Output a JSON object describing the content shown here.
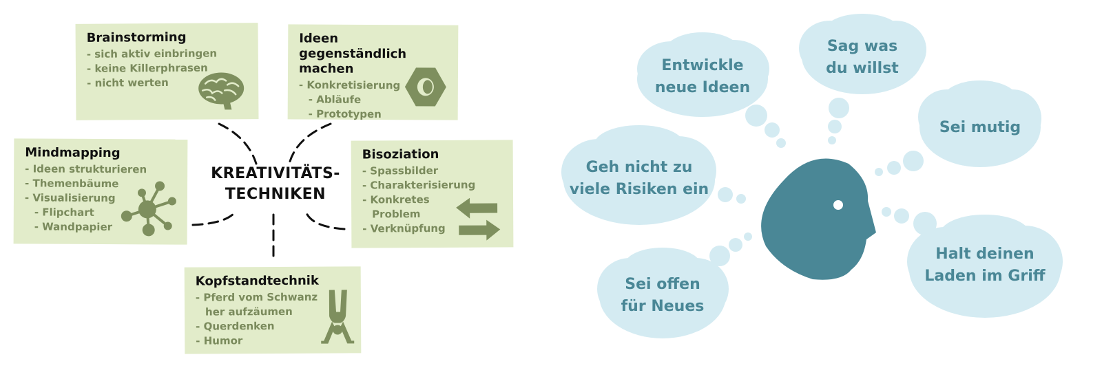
{
  "left_diagram": {
    "center_label": [
      "KREATIVITÄTS-",
      "TECHNIKEN"
    ],
    "cards": {
      "brainstorming": {
        "title": [
          "Brainstorming"
        ],
        "items": [
          {
            "text": "- sich aktiv einbringen",
            "sub": false
          },
          {
            "text": "- keine Killerphrasen",
            "sub": false
          },
          {
            "text": "- nicht werten",
            "sub": false
          }
        ],
        "icon": "brain-icon"
      },
      "ideen": {
        "title": [
          "Ideen gegenständlich",
          "machen"
        ],
        "items": [
          {
            "text": "- Konkretisierung",
            "sub": false
          },
          {
            "text": "- Abläufe",
            "sub": true
          },
          {
            "text": "- Prototypen",
            "sub": true
          }
        ],
        "icon": "hex-nut-icon"
      },
      "mindmapping": {
        "title": [
          "Mindmapping"
        ],
        "items": [
          {
            "text": "- Ideen strukturieren",
            "sub": false
          },
          {
            "text": "- Themenbäume",
            "sub": false
          },
          {
            "text": "- Visualisierung",
            "sub": false
          },
          {
            "text": "- Flipchart",
            "sub": true
          },
          {
            "text": "- Wandpapier",
            "sub": true
          }
        ],
        "icon": "network-icon"
      },
      "bisoziation": {
        "title": [
          "Bisoziation"
        ],
        "items": [
          {
            "text": "- Spassbilder",
            "sub": false
          },
          {
            "text": "- Charakterisierung",
            "sub": false
          },
          {
            "text": "- Konkretes",
            "sub": false
          },
          {
            "text": "Problem",
            "sub": true
          },
          {
            "text": "- Verknüpfung",
            "sub": false
          }
        ],
        "icon": "swap-arrows-icon"
      },
      "kopfstand": {
        "title": [
          "Kopfstandtechnik"
        ],
        "items": [
          {
            "text": "- Pferd vom Schwanz",
            "sub": false
          },
          {
            "text": "her aufzäumen",
            "sub": true
          },
          {
            "text": "- Querdenken",
            "sub": false
          },
          {
            "text": "- Humor",
            "sub": false
          }
        ],
        "icon": "handstand-person-icon"
      }
    }
  },
  "right_diagram": {
    "icon": "head-silhouette-icon",
    "clouds": {
      "entwickle": [
        "Entwickle",
        "neue Ideen"
      ],
      "sag": [
        "Sag was",
        "du willst"
      ],
      "mutig": [
        "Sei mutig"
      ],
      "risiken": [
        "Geh nicht zu",
        "viele Risiken ein"
      ],
      "offen": [
        "Sei offen",
        "für Neues"
      ],
      "laden": [
        "Halt deinen",
        "Laden im Griff"
      ]
    }
  },
  "colors": {
    "card_bg": "#e2ecca",
    "card_text": "#7a8a5c",
    "icon_green": "#7e8f5e",
    "cloud_bg": "#d4ebf2",
    "cloud_text": "#4a8796",
    "head": "#4a8796"
  }
}
